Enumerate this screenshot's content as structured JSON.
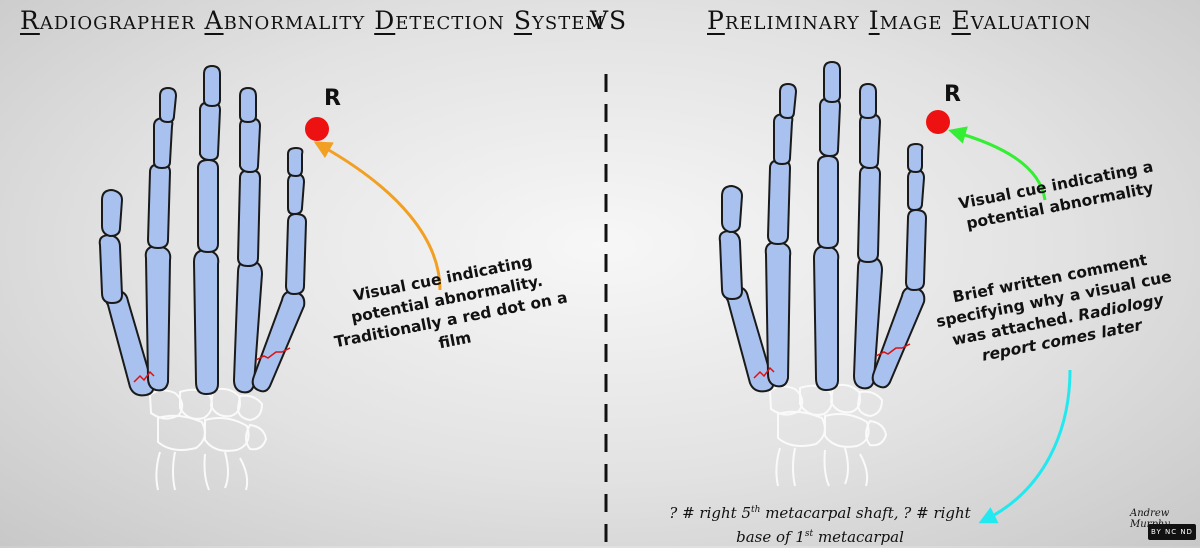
{
  "title_left": {
    "w1_cap": "R",
    "w1_rest": "adiographer",
    "w2_cap": "A",
    "w2_rest": "bnormality",
    "w3_cap": "D",
    "w3_rest": "etection",
    "w4_cap": "S",
    "w4_rest": "ystem"
  },
  "title_vs": "VS",
  "title_right": {
    "w1_cap": "P",
    "w1_rest": "reliminary",
    "w2_cap": "I",
    "w2_rest": "mage",
    "w3_cap": "E",
    "w3_rest": "valuation"
  },
  "left": {
    "marker_label": "R",
    "annotation": "Visual cue indicating potential abnormality. Traditionally a red dot on a film"
  },
  "right": {
    "marker_label": "R",
    "cue_annotation": "Visual cue indicating a potential abnormality",
    "brief_line1": "Brief written comment specifying why a visual cue was attached.",
    "brief_line2": "Radiology report comes later",
    "handwritten": {
      "p1": "? # right 5",
      "sup1": "th",
      "p2": " metacarpal shaft, ? # right base of 1",
      "sup2": "st",
      "p3": " metacarpal"
    }
  },
  "credit": "Andrew Murphy",
  "license": "BY NC ND",
  "colors": {
    "bone": "#a9c1ee",
    "bone_outline": "#1a1a1a",
    "marker": "#ee1111",
    "arrow_left": "#f2a024",
    "arrow_right_top": "#33ee33",
    "arrow_right_bottom": "#22e8f0",
    "fracture": "#dd1111"
  },
  "icons": [
    "red-dot-marker-icon",
    "hand-xray-icon",
    "cc-license-icon"
  ]
}
